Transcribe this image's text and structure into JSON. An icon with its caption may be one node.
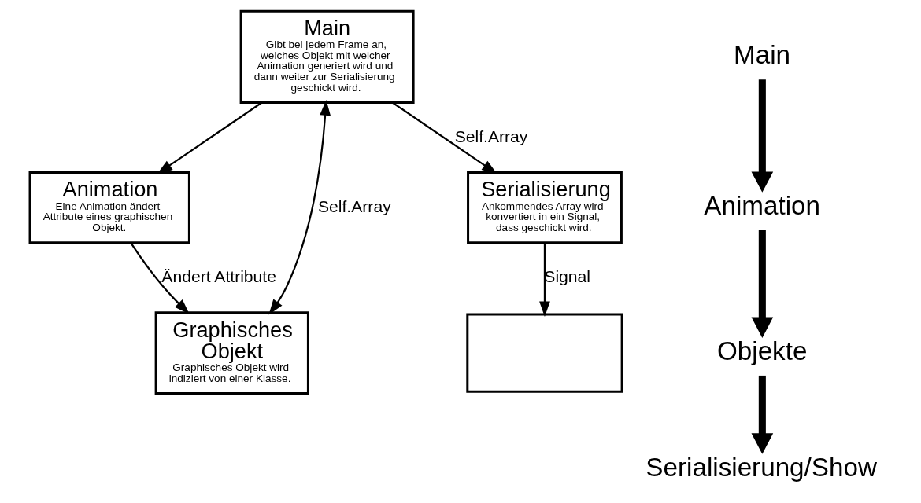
{
  "diagram": {
    "nodes": [
      {
        "text": [
          "Main",
          "Gibt bei jedem Frame an, welches Objekt mit welcher Animation generiert wird und dann weiter zur Serialisierung geschickt wird."
        ]
      },
      {
        "text": [
          "Animation",
          "Eine Animation ändert Attribute eines graphischen Objekt."
        ]
      },
      {
        "text": [
          "Graphisches Objekt",
          "Graphisches Objekt wird indiziert von einer Klasse."
        ]
      },
      {
        "text": [
          "Serialisierung",
          "Ankommendes Array wird konvertiert in ein Signal, dass geschickt wird."
        ]
      },
      {
        "text": [],
        "shape": "box"
      },
      {
        "text": [
          "Main"
        ]
      },
      {
        "text": [
          "Animation"
        ]
      },
      {
        "text": [
          "Objekte"
        ]
      },
      {
        "text": [
          "Serialisierung/Show"
        ]
      }
    ],
    "edges": [
      {
        "from": 0,
        "to": 1,
        "arrow": "to"
      },
      {
        "from": 1,
        "to": 2,
        "arrow": "to",
        "label": "Ändert Attribute"
      },
      {
        "from": 0,
        "to": 2,
        "arrow": "both",
        "label": "Self.Array"
      },
      {
        "from": 0,
        "to": 3,
        "arrow": "to",
        "label": "Self.Array"
      },
      {
        "from": 3,
        "to": 4,
        "arrow": "to",
        "label": "Signal"
      },
      {
        "from": 5,
        "to": 6,
        "arrow": "to",
        "style": "thick"
      },
      {
        "from": 6,
        "to": 7,
        "arrow": "to",
        "style": "thick"
      },
      {
        "from": 7,
        "to": 8,
        "arrow": "to",
        "style": "thick"
      }
    ]
  }
}
